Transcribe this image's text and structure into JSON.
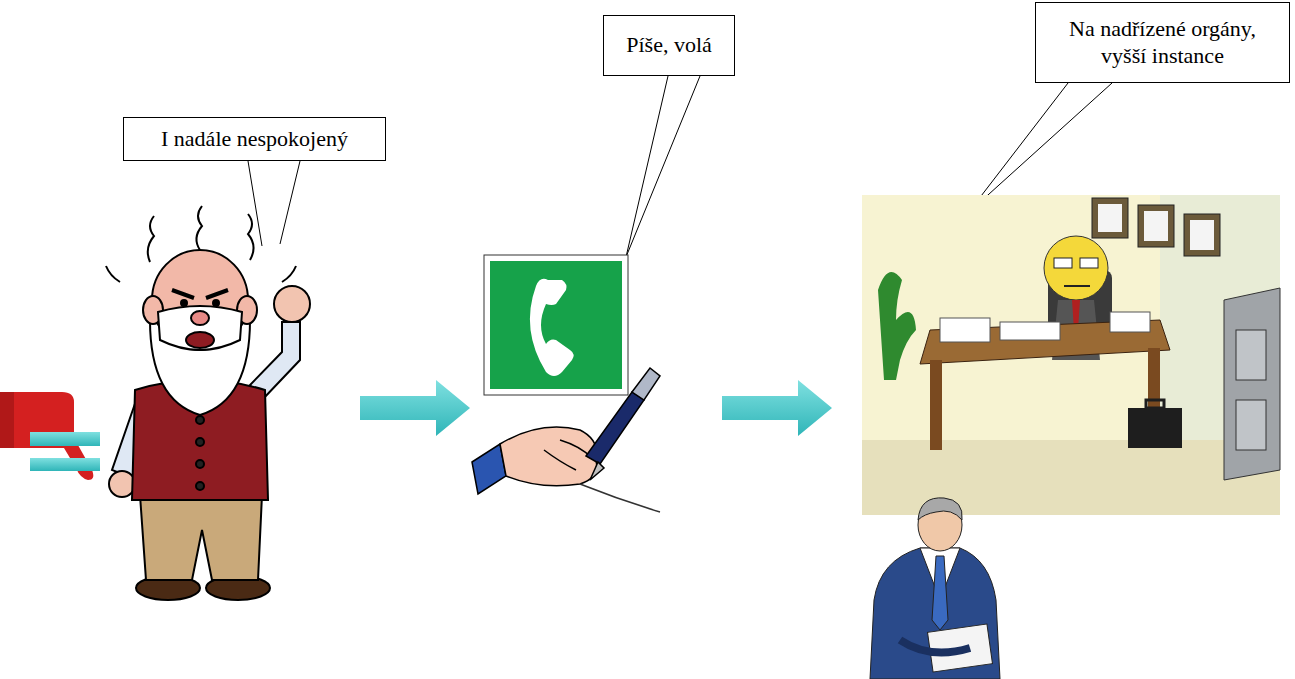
{
  "diagram": {
    "nodes": [
      {
        "text": [
          "I nadále nespokojený"
        ]
      },
      {
        "text": [
          "Píše, volá"
        ]
      },
      {
        "text": [
          "Na nadřízené orgány, vyšší instance"
        ]
      }
    ]
  }
}
